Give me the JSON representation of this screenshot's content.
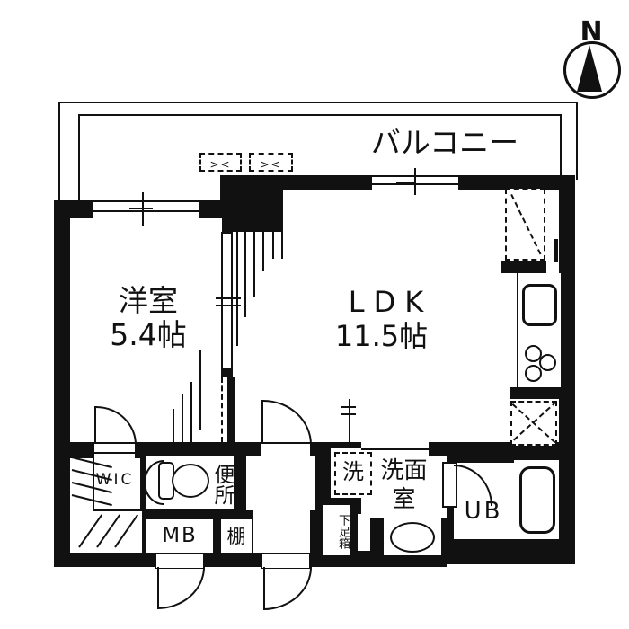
{
  "meta": {
    "type": "floor-plan"
  },
  "compass": {
    "label": "N"
  },
  "balcony": {
    "label": "バルコニー",
    "fixture_mark": "><"
  },
  "rooms": {
    "western": {
      "name": "洋室",
      "size": "5.4帖"
    },
    "ldk": {
      "name": "LDK",
      "size": "11.5帖"
    },
    "wic": {
      "label": "WIC"
    },
    "toilet": {
      "label": "便所"
    },
    "washer": {
      "label": "洗"
    },
    "washroom": {
      "line1": "洗面",
      "line2": "室"
    },
    "unit_bath": {
      "label": "UB"
    },
    "meter_box": {
      "label": "MB"
    },
    "shelf": {
      "label": "棚"
    },
    "shoe_box": {
      "label": "下足箱"
    }
  },
  "colors": {
    "wall": "#111111",
    "background": "#ffffff"
  }
}
